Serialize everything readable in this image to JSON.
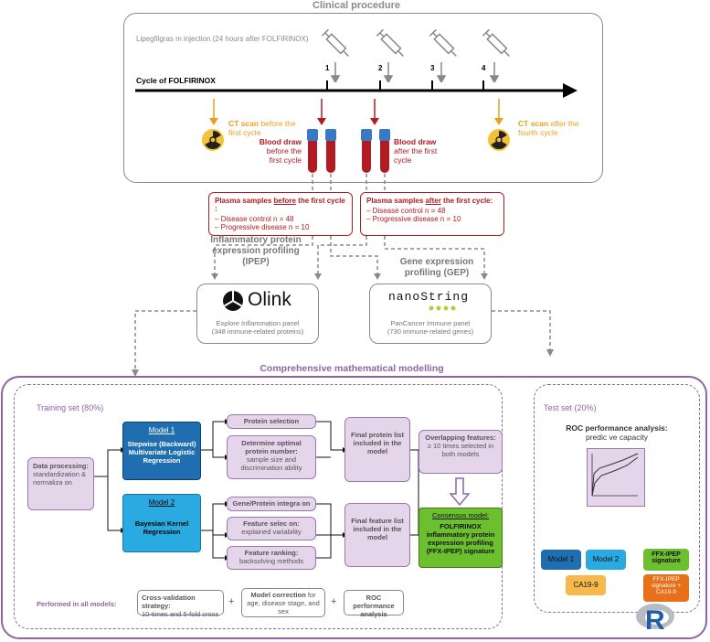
{
  "clinical": {
    "title": "Clinical procedure",
    "injection": "Lipegfilgras  m injection (24 hours after FOLFIRINOX)",
    "cycle_label": "Cycle of FOLFIRINOX",
    "cycle_numbers": [
      "1",
      "2",
      "3",
      "4"
    ],
    "ct_before_bold": "CT scan",
    "ct_before_rest": " before the first cycle",
    "ct_after_bold": "CT scan",
    "ct_after_rest": " after the fourth cycle",
    "blood_before_bold": "Blood draw",
    "blood_before_rest": "before the first cycle",
    "blood_after_bold": "Blood draw",
    "blood_after_rest": "after the first cycle"
  },
  "plasma_before": {
    "title_pre": "Plasma samples ",
    "title_key": "before",
    "title_post": " the first cycle :",
    "items": [
      "Disease control n = 48",
      "Progressive disease n = 10"
    ]
  },
  "plasma_after": {
    "title_pre": "Plasma samples ",
    "title_key": "after",
    "title_post": " the first cycle:",
    "items": [
      "Disease control n = 48",
      "Progressive disease n = 10"
    ]
  },
  "ipep": {
    "title": "Inflammatory protein expression profiling (IPEP)",
    "brand": "Olink",
    "panel": "Explore Inflammation panel",
    "panel_detail": "(348 immune-related proteins)"
  },
  "gep": {
    "title": "Gene expression profiling (GEP)",
    "brand": "nanoString",
    "panel": "PanCancer Immune panel",
    "panel_detail": "(730 immune-related genes)"
  },
  "modelling": {
    "title": "Comprehensive mathematical modelling",
    "training_title": "Training set (80%)",
    "test_title": "Test set (20%)",
    "data_processing_bold": "Data processing:",
    "data_processing_rest": "standardization & normaliza  on",
    "model1_title": "Model 1",
    "model1_desc": "Stepwise (Backward) Multivariate Logistic Regression",
    "model2_title": "Model 2",
    "model2_desc": "Bayesian Kernel Regression",
    "protein_selection": "Protein selection",
    "determine_bold": "Determine optimal protein number:",
    "determine_rest": "sample size and discrimination ability",
    "final_protein": "Final protein list included in the model",
    "gene_integration": "Gene/Protein integra  on",
    "feature_selection_bold": "Feature selec  on:",
    "feature_selection_rest": "explained variability",
    "feature_ranking_bold": "Feature ranking:",
    "feature_ranking_rest": "backsolving methods",
    "final_feature": "Final feature list included in the model",
    "overlap_bold": "Overlapping features:",
    "overlap_rest": "≥ 10 times selected in both models",
    "consensus_title": "Consensus model:",
    "consensus_desc": "FOLFIRINOX inflammatory protein expression profiling (FFX-IPEP) signature",
    "performed": "Performed in all models:",
    "cv_bold": "Cross-validation strategy:",
    "cv_rest": "10-times and 5-fold cross",
    "mc_bold": "Model correction",
    "mc_rest": " for age, disease stage, and sex",
    "roc": "ROC performance analysis",
    "plus": "+",
    "test_roc_bold": "ROC performance analysis:",
    "test_roc_rest": "predic  ve capacity",
    "badge_model1": "Model 1",
    "badge_model2": "Model 2",
    "badge_ffx": "FFX-IPEP signature",
    "badge_ca199": "CA19-9",
    "badge_ffx_ca": "FFX-IPEP signature + CA19-9",
    "r_logo": "R"
  },
  "colors": {
    "red": "#b01c22",
    "orange": "#e8a020",
    "purple": "#8e63a8",
    "blue_dark": "#1f6fb0",
    "blue_light": "#29abe2",
    "green": "#6cbf2e",
    "ca_yellow": "#f7b94c",
    "ca_orange": "#e8701a"
  }
}
